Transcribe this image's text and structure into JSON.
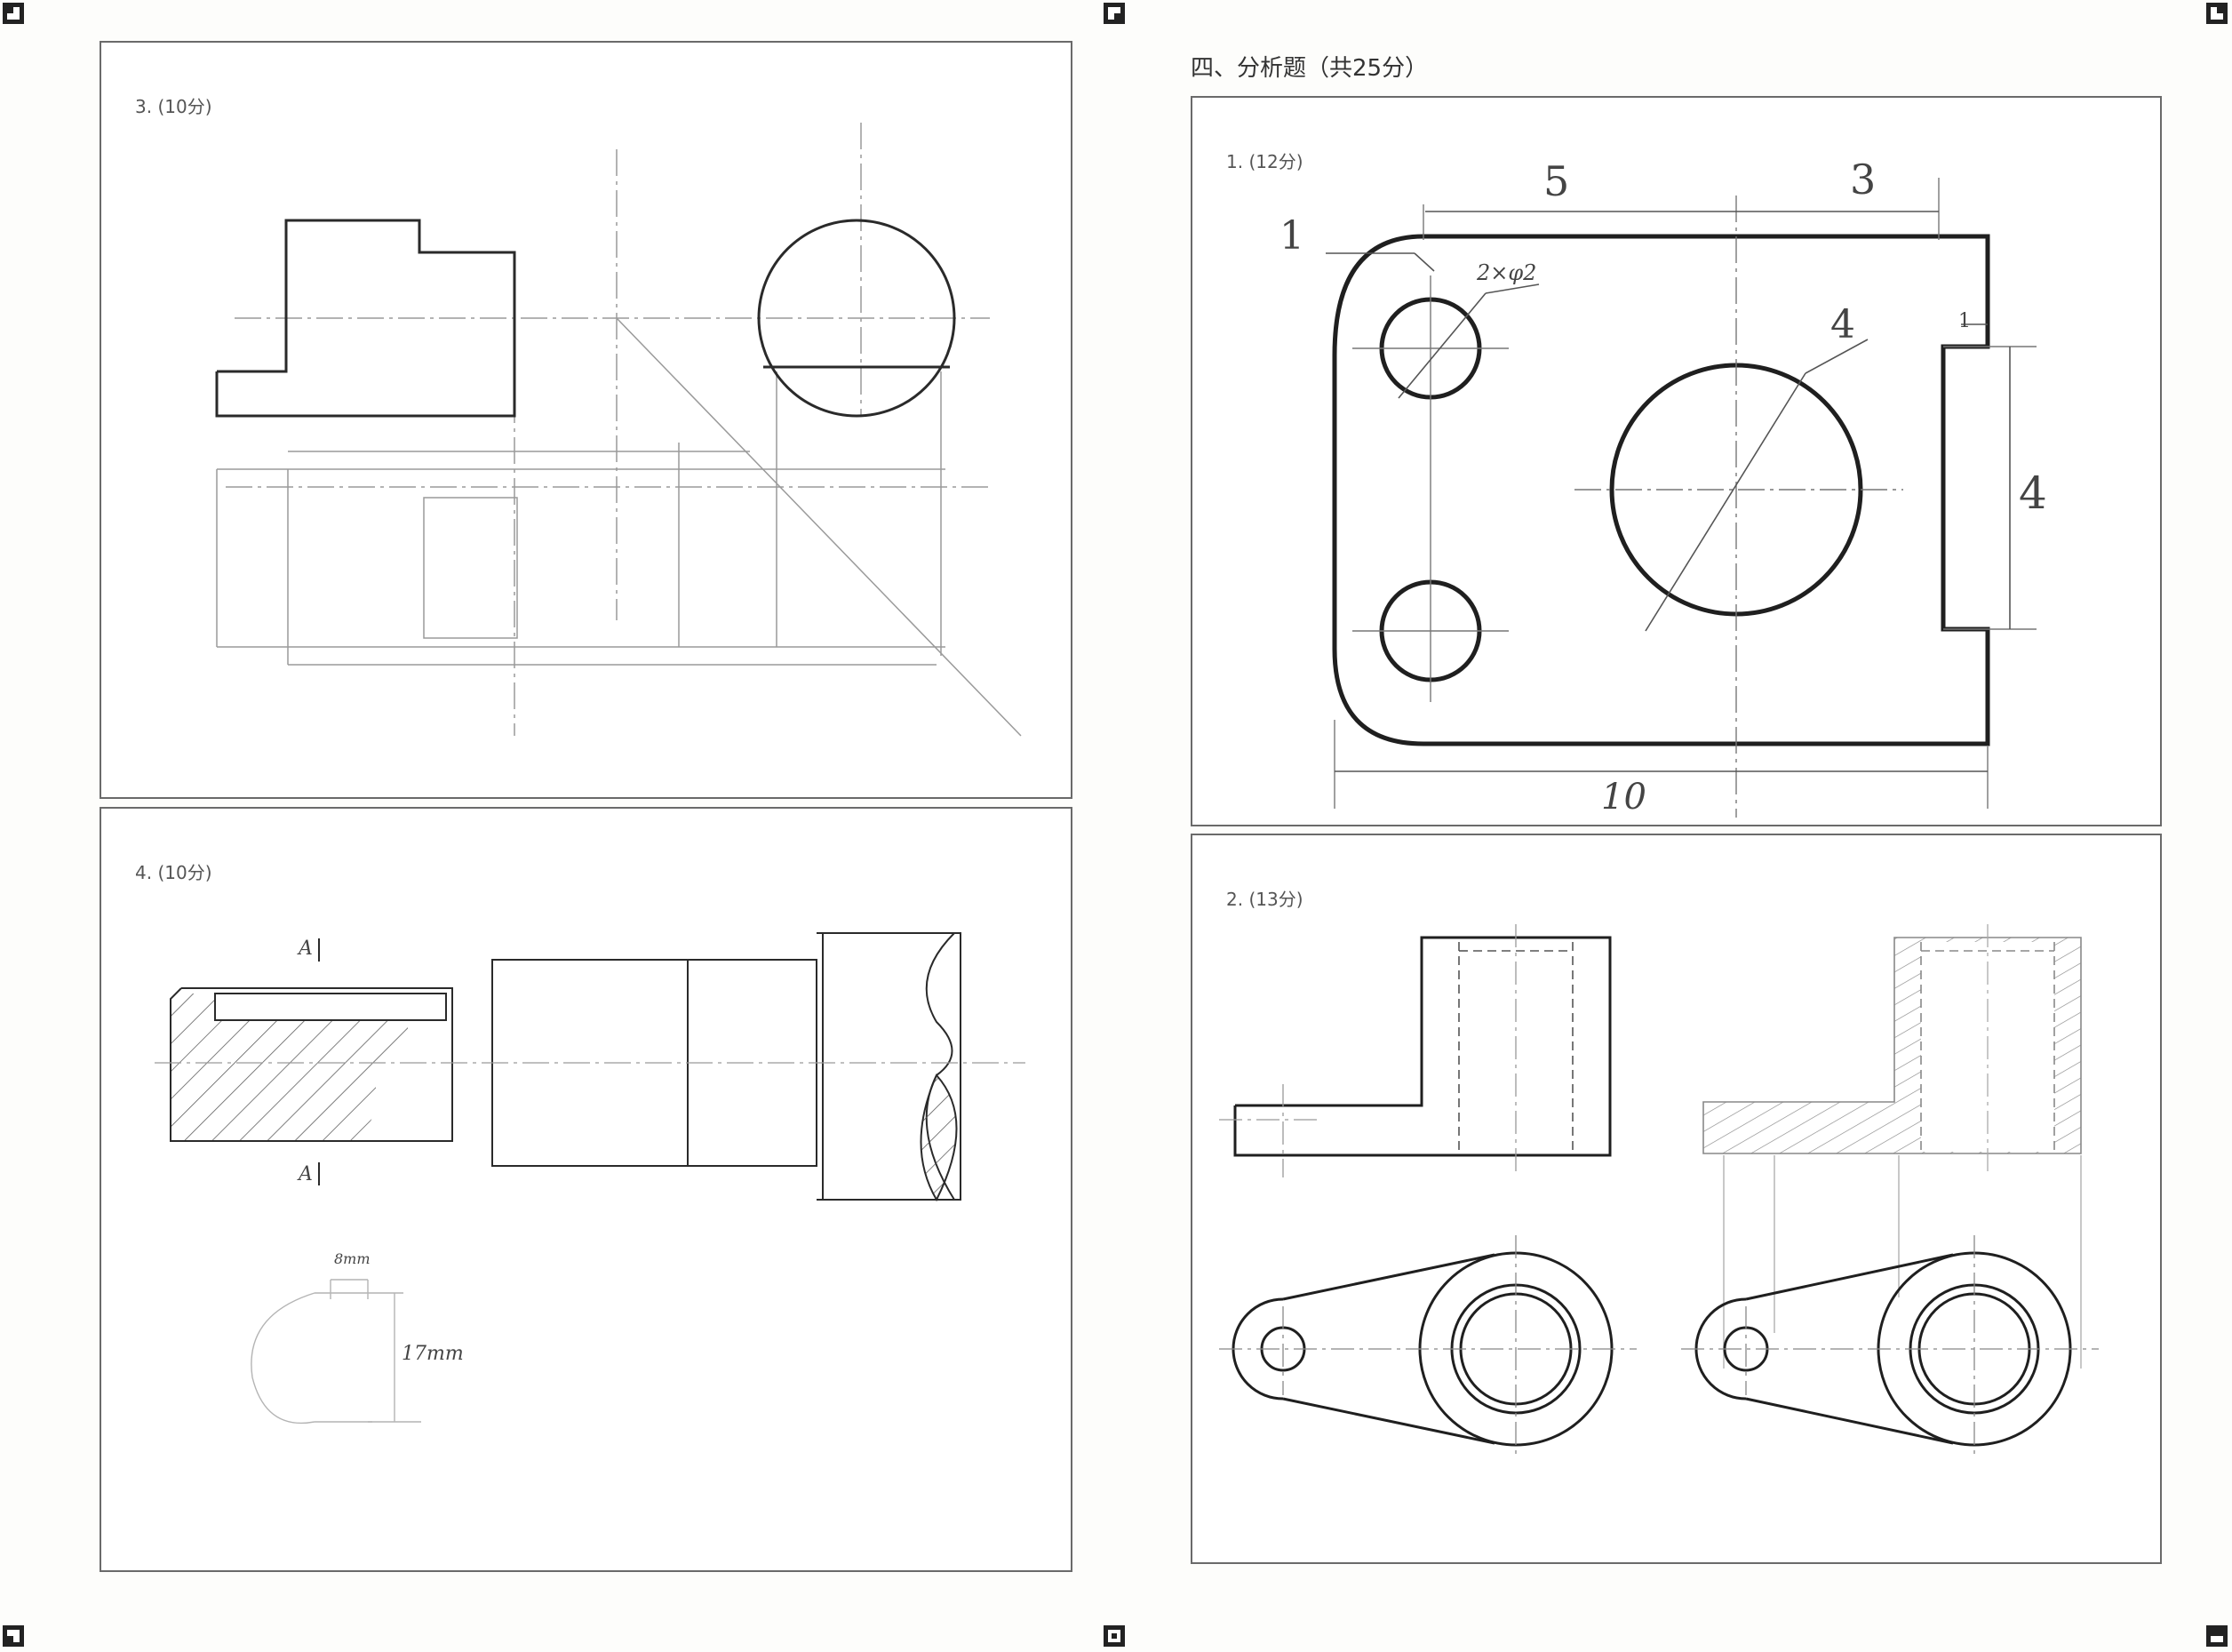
{
  "section": {
    "title": "四、分析题（共25分）"
  },
  "questions": {
    "q3": {
      "label": "3. (10分)"
    },
    "q4": {
      "label": "4. (10分)",
      "section_mark": "A",
      "dim_width": "8mm",
      "dim_height": "17mm"
    },
    "a1": {
      "label": "1. (12分)",
      "dims": {
        "top_left": "5",
        "top_right": "3",
        "hole_callout": "2×φ2",
        "radius": "1",
        "big_circle": "4",
        "slot_height": "4",
        "slot_depth": "1",
        "total_width": "10"
      }
    },
    "a2": {
      "label": "2. (13分)"
    }
  },
  "colors": {
    "line": "#2a2a2a",
    "thin": "#9a9a9a",
    "hand": "#444444"
  }
}
